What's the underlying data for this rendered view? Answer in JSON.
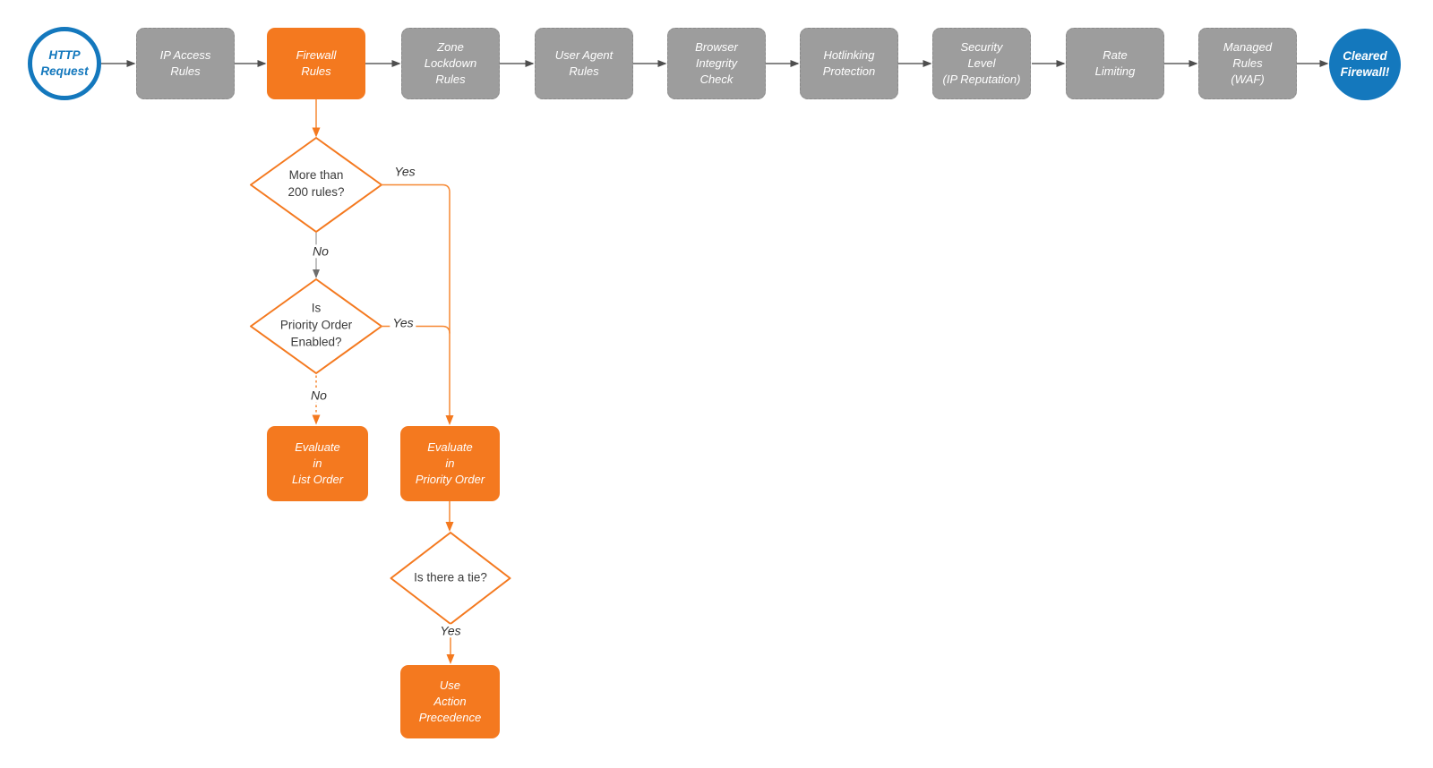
{
  "colors": {
    "orange": "#F4791F",
    "orange_line": "#F68833",
    "blue": "#1478BD",
    "gray_box": "#9D9D9D",
    "arrow_gray": "#5F5F5F",
    "diamond_text": "#3B3B3B"
  },
  "pipeline": {
    "http_request": "HTTP\nRequest",
    "ip_access": "IP Access\nRules",
    "firewall": "Firewall\nRules",
    "zone_lockdown": "Zone\nLockdown\nRules",
    "user_agent": "User Agent\nRules",
    "browser_integrity": "Browser\nIntegrity\nCheck",
    "hotlinking": "Hotlinking\nProtection",
    "security_level": "Security\nLevel\n(IP Reputation)",
    "rate_limiting": "Rate\nLimiting",
    "managed_rules": "Managed\nRules\n(WAF)",
    "cleared": "Cleared\nFirewall!"
  },
  "decisions": {
    "more_than_200": "More than\n200 rules?",
    "priority_enabled": "Is\nPriority Order\nEnabled?",
    "tie": "Is there a tie?"
  },
  "actions": {
    "evaluate_list": "Evaluate\nin\nList Order",
    "evaluate_priority": "Evaluate\nin\nPriority Order",
    "use_action_precedence": "Use\nAction\nPrecedence"
  },
  "edge_labels": {
    "more_than_200_yes": "Yes",
    "more_than_200_no": "No",
    "priority_enabled_yes": "Yes",
    "priority_enabled_no": "No",
    "tie_yes": "Yes"
  }
}
